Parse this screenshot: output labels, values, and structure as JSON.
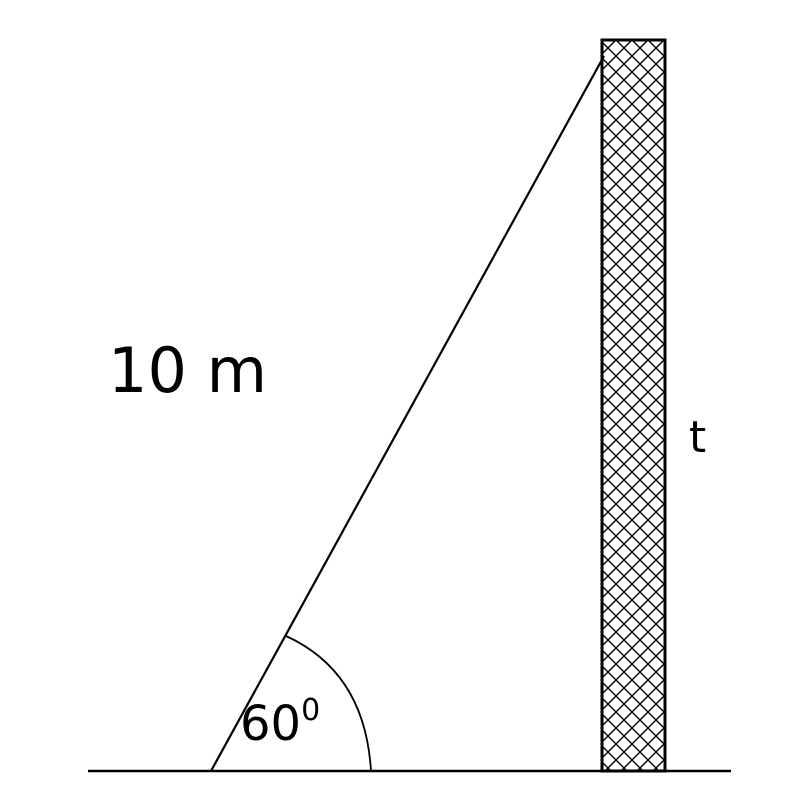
{
  "diagram": {
    "labels": {
      "hypotenuse_length": "10 m",
      "pole_height": "t",
      "angle_value": "60",
      "angle_unit": "0"
    },
    "colors": {
      "stroke": "#000000",
      "background": "#ffffff",
      "hatch": "#000000"
    }
  }
}
